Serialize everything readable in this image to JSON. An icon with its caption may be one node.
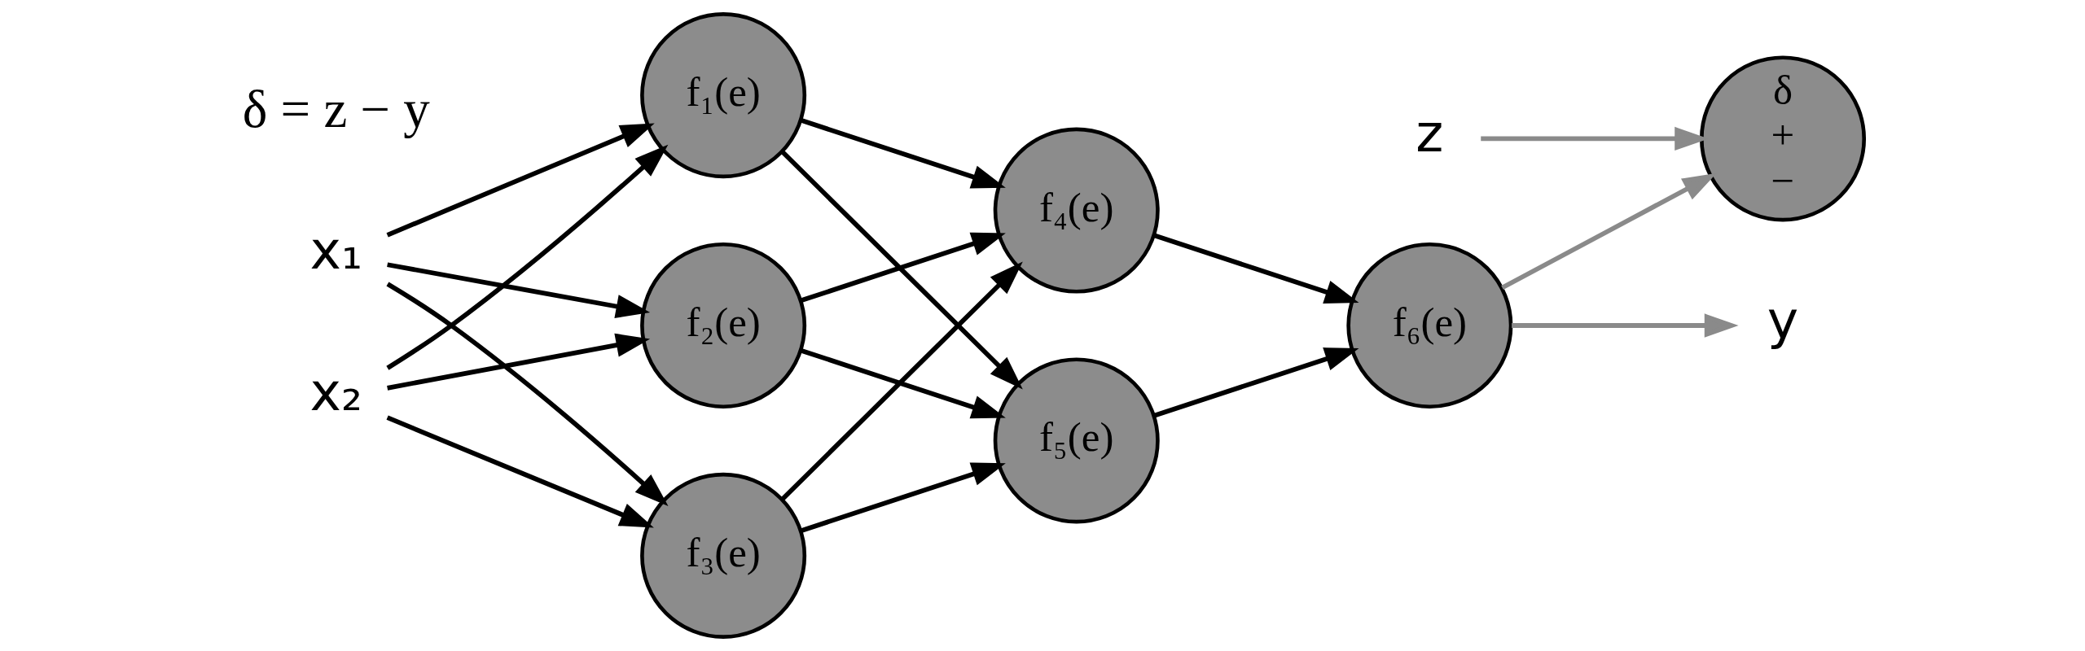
{
  "diagram": {
    "nodes": [
      {
        "text": [
          "x₁"
        ]
      },
      {
        "text": [
          "x₂"
        ]
      },
      {
        "text": [
          "f₁(e)"
        ]
      },
      {
        "text": [
          "f₂(e)"
        ]
      },
      {
        "text": [
          "f₃(e)"
        ]
      },
      {
        "text": [
          "f₄(e)"
        ]
      },
      {
        "text": [
          "f₅(e)"
        ]
      },
      {
        "text": [
          "f₆(e)"
        ]
      },
      {
        "text": [
          "δ",
          "+",
          "−"
        ]
      },
      {
        "text": [
          "z"
        ]
      },
      {
        "text": [
          "y"
        ]
      }
    ],
    "edges": [
      {
        "from": 0,
        "to": 2,
        "arrow": "to"
      },
      {
        "from": 0,
        "to": 3,
        "arrow": "to"
      },
      {
        "from": 0,
        "to": 4,
        "arrow": "to"
      },
      {
        "from": 1,
        "to": 2,
        "arrow": "to"
      },
      {
        "from": 1,
        "to": 3,
        "arrow": "to"
      },
      {
        "from": 1,
        "to": 4,
        "arrow": "to"
      },
      {
        "from": 2,
        "to": 5,
        "arrow": "to"
      },
      {
        "from": 2,
        "to": 6,
        "arrow": "to"
      },
      {
        "from": 3,
        "to": 5,
        "arrow": "to"
      },
      {
        "from": 3,
        "to": 6,
        "arrow": "to"
      },
      {
        "from": 4,
        "to": 5,
        "arrow": "to"
      },
      {
        "from": 4,
        "to": 6,
        "arrow": "to"
      },
      {
        "from": 5,
        "to": 7,
        "arrow": "to"
      },
      {
        "from": 6,
        "to": 7,
        "arrow": "to"
      },
      {
        "from": 9,
        "to": 8,
        "arrow": "to",
        "color": "#8a8a8a"
      },
      {
        "from": 7,
        "to": 10,
        "arrow": "to",
        "color": "#8a8a8a"
      },
      {
        "from": 7,
        "to": 8,
        "arrow": "to",
        "color": "#8a8a8a"
      }
    ],
    "labels": [
      "δ = z − y"
    ]
  }
}
